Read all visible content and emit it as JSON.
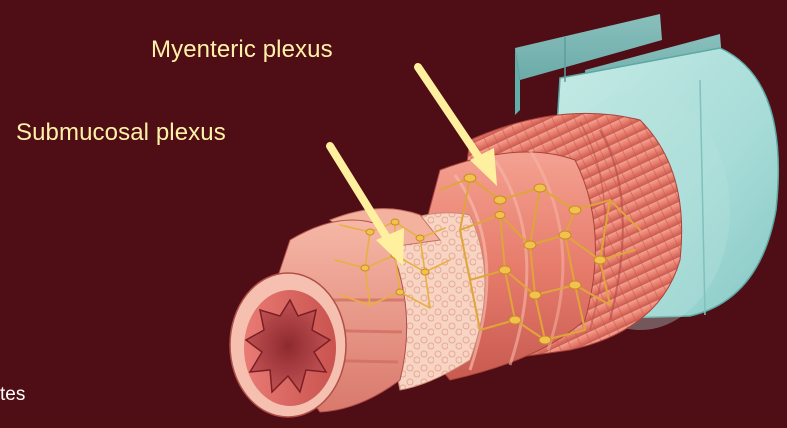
{
  "labels": {
    "myenteric": "Myenteric plexus",
    "submucosal": "Submucosal plexus"
  },
  "corner_text": "tes",
  "colors": {
    "background": "#4f0d16",
    "label_text": "#fff2a8",
    "arrow": "#fff0a0",
    "plexus_nerves": "#e0a53a",
    "serosa": "#8fd2d0",
    "muscle": "#e98a78",
    "mucosa": "#f08c8c"
  }
}
